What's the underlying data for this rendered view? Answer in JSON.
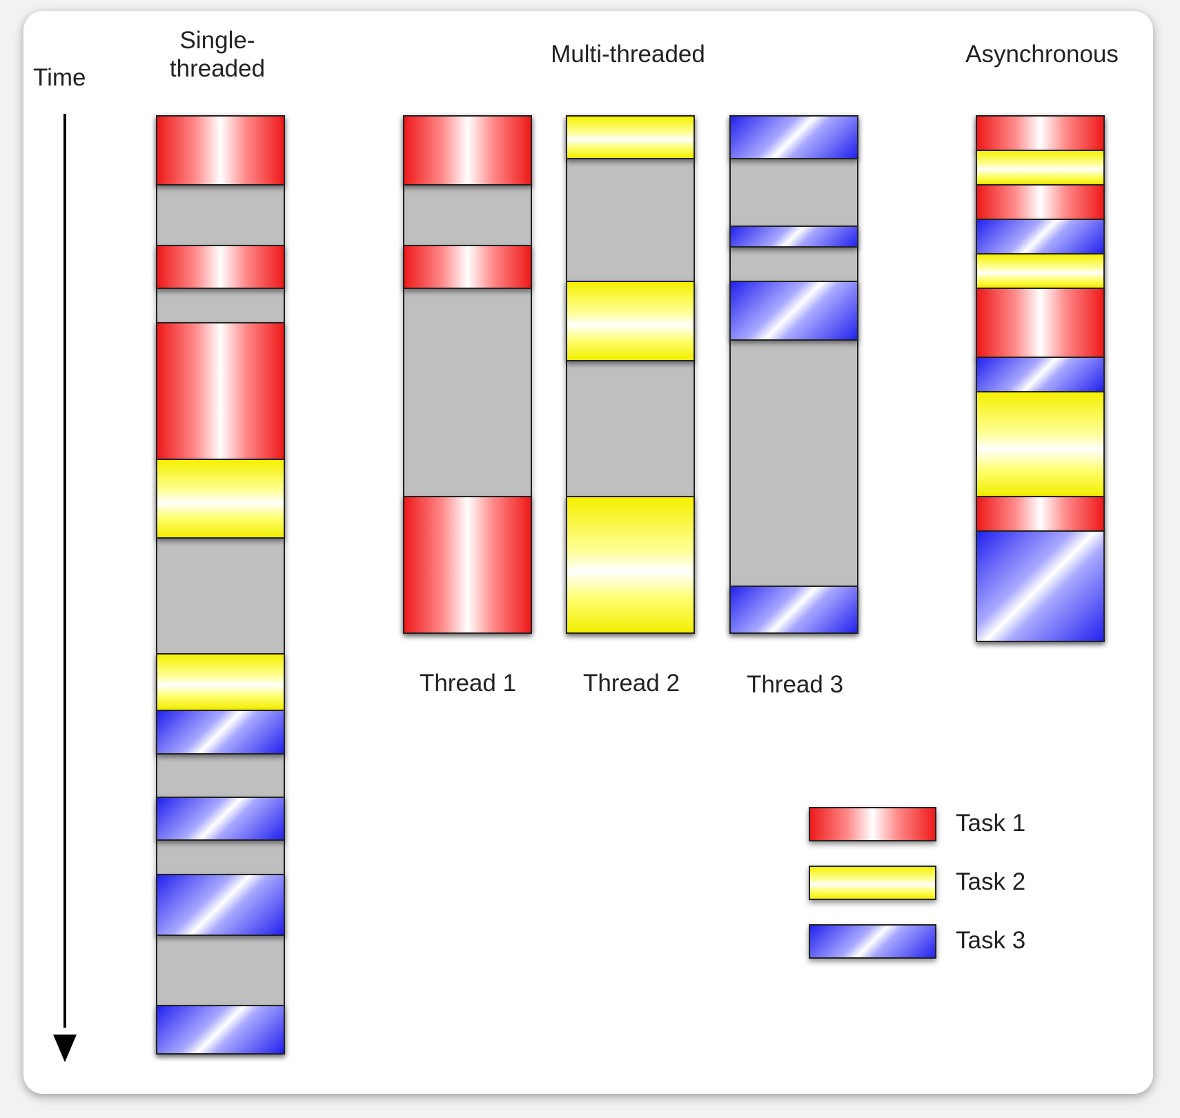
{
  "labels": {
    "time": "Time",
    "single_line1": "Single-",
    "single_line2": "threaded",
    "multi": "Multi-threaded",
    "async": "Asynchronous",
    "thread1": "Thread 1",
    "thread2": "Thread 2",
    "thread3": "Thread 3"
  },
  "legend": [
    {
      "label": "Task 1",
      "task": 1
    },
    {
      "label": "Task 2",
      "task": 2
    },
    {
      "label": "Task 3",
      "task": 3
    }
  ],
  "colors": {
    "task1": "#ee1a1a",
    "task2": "#f5f000",
    "task3": "#2222ee",
    "idle": "#bfbfbf"
  },
  "timeline_span": [
    0,
    1360
  ],
  "columns": [
    {
      "name": "single-threaded",
      "end": 1360,
      "segments": [
        {
          "task": 1,
          "start": 0,
          "end": 100
        },
        {
          "task": 1,
          "start": 188,
          "end": 250
        },
        {
          "task": 1,
          "start": 300,
          "end": 498
        },
        {
          "task": 2,
          "start": 498,
          "end": 612
        },
        {
          "task": 2,
          "start": 780,
          "end": 862
        },
        {
          "task": 3,
          "start": 862,
          "end": 925
        },
        {
          "task": 3,
          "start": 988,
          "end": 1050
        },
        {
          "task": 3,
          "start": 1100,
          "end": 1188
        },
        {
          "task": 3,
          "start": 1290,
          "end": 1360
        }
      ]
    },
    {
      "name": "thread-1",
      "end": 750,
      "segments": [
        {
          "task": 1,
          "start": 0,
          "end": 100
        },
        {
          "task": 1,
          "start": 188,
          "end": 250
        },
        {
          "task": 1,
          "start": 552,
          "end": 750
        }
      ]
    },
    {
      "name": "thread-2",
      "end": 750,
      "segments": [
        {
          "task": 2,
          "start": 0,
          "end": 62
        },
        {
          "task": 2,
          "start": 240,
          "end": 355
        },
        {
          "task": 2,
          "start": 552,
          "end": 750
        }
      ]
    },
    {
      "name": "thread-3",
      "end": 750,
      "segments": [
        {
          "task": 3,
          "start": 0,
          "end": 62
        },
        {
          "task": 3,
          "start": 160,
          "end": 190
        },
        {
          "task": 3,
          "start": 240,
          "end": 325
        },
        {
          "task": 3,
          "start": 682,
          "end": 750
        }
      ]
    },
    {
      "name": "asynchronous",
      "end": 762,
      "segments": [
        {
          "task": 1,
          "start": 0,
          "end": 50
        },
        {
          "task": 2,
          "start": 50,
          "end": 100
        },
        {
          "task": 1,
          "start": 100,
          "end": 150
        },
        {
          "task": 3,
          "start": 150,
          "end": 200
        },
        {
          "task": 2,
          "start": 200,
          "end": 250
        },
        {
          "task": 1,
          "start": 250,
          "end": 350
        },
        {
          "task": 3,
          "start": 350,
          "end": 400
        },
        {
          "task": 2,
          "start": 400,
          "end": 552
        },
        {
          "task": 1,
          "start": 552,
          "end": 602
        },
        {
          "task": 3,
          "start": 602,
          "end": 762
        }
      ]
    }
  ]
}
